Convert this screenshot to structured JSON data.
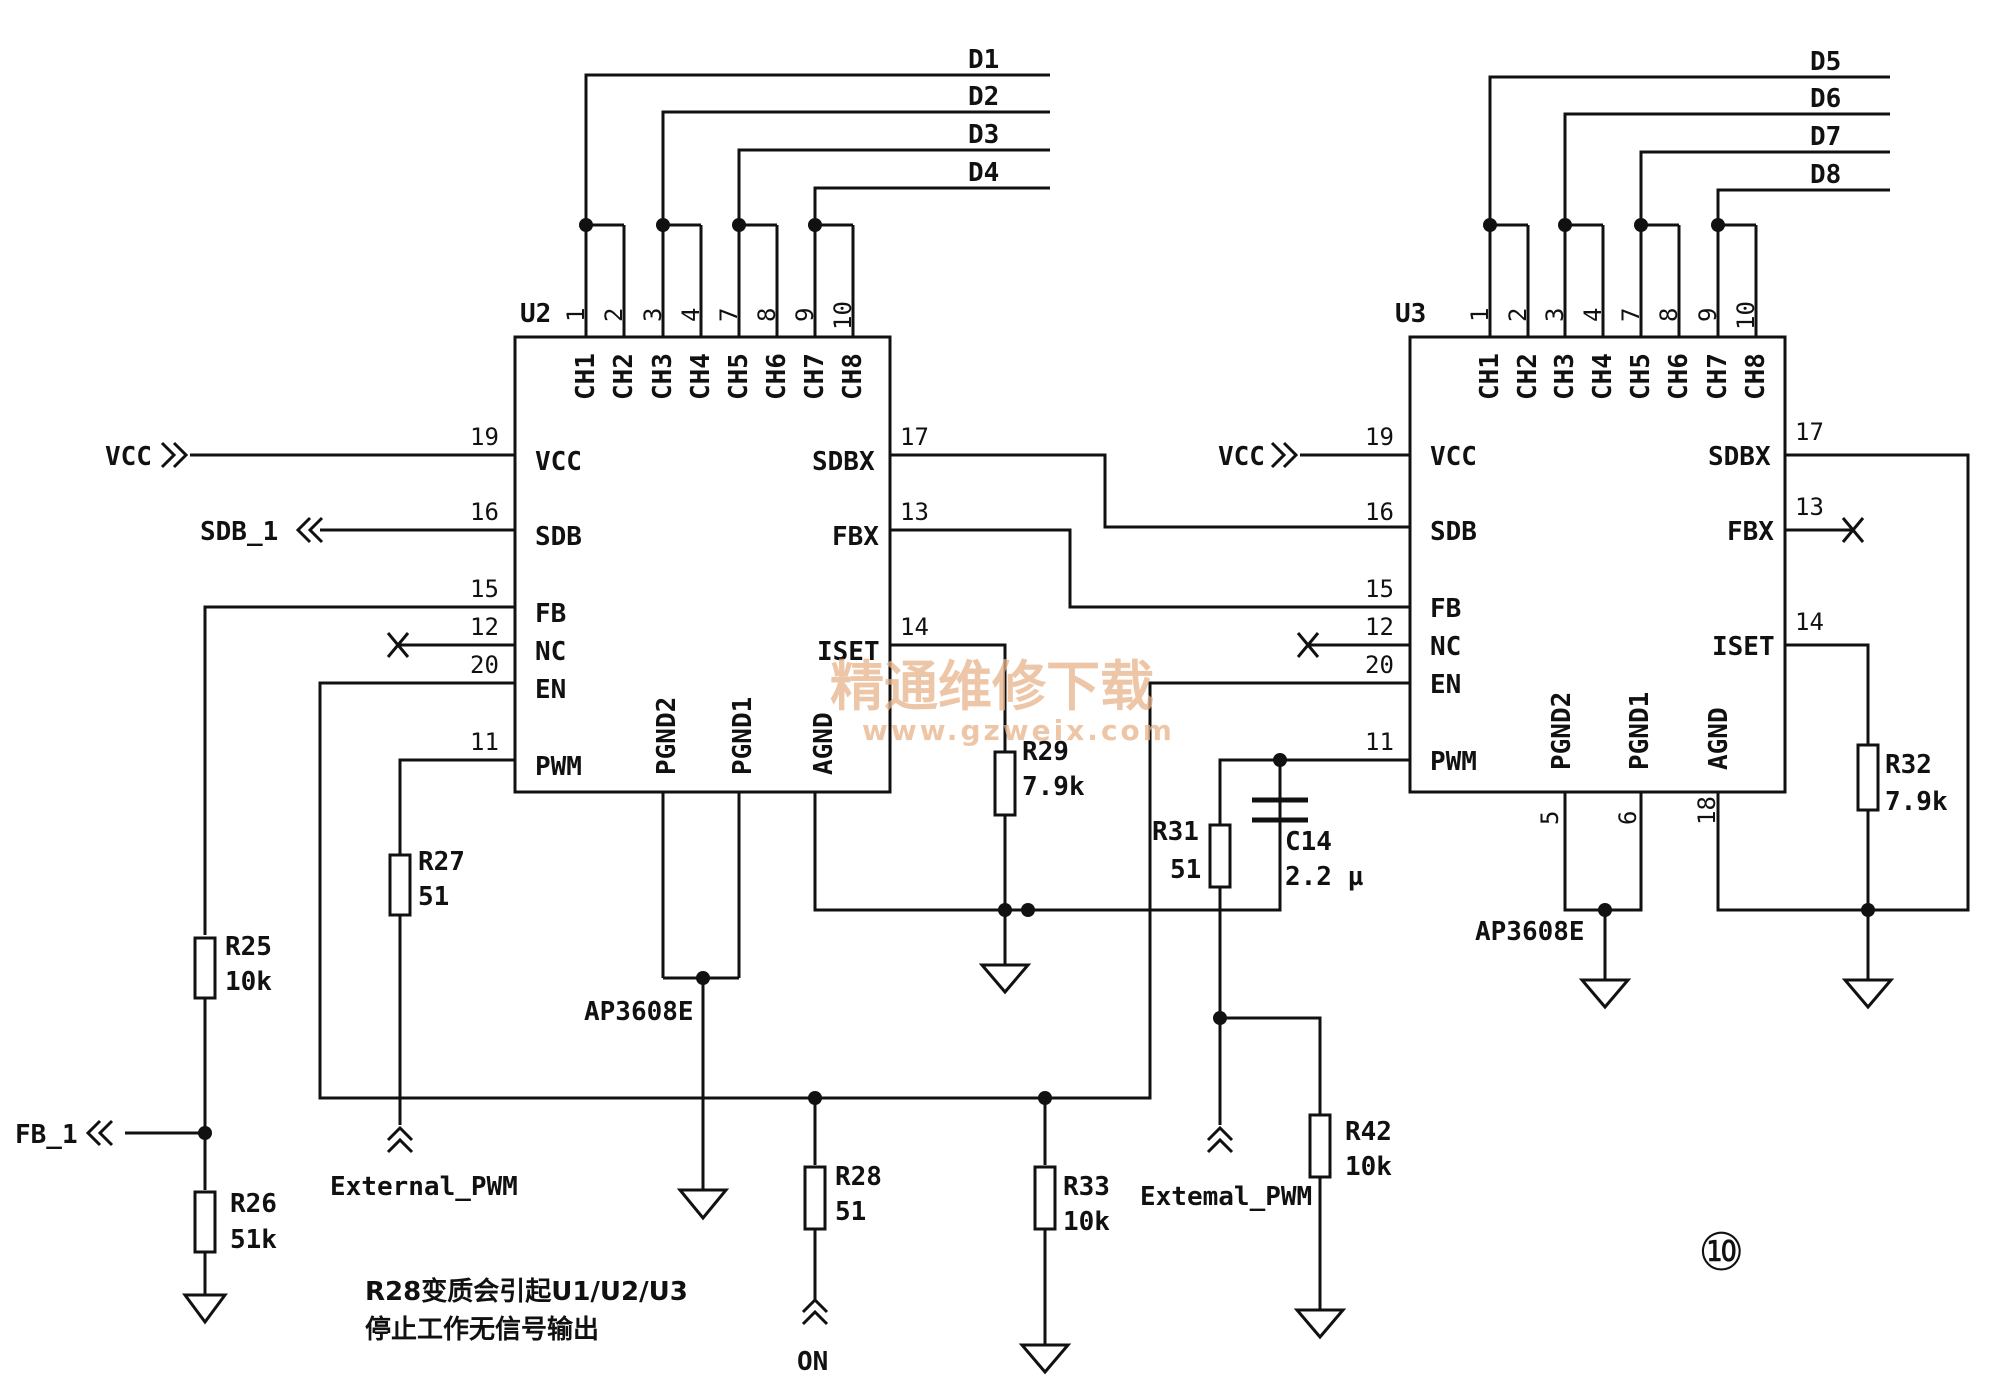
{
  "diagram": {
    "u2": {
      "ref": "U2",
      "part": "AP3608E",
      "top_pin_numbers": [
        "1",
        "2",
        "3",
        "4",
        "7",
        "8",
        "9",
        "10"
      ],
      "top_pin_names": [
        "CH1",
        "CH2",
        "CH3",
        "CH4",
        "CH5",
        "CH6",
        "CH7",
        "CH8"
      ],
      "left_pins": [
        {
          "num": "19",
          "name": "VCC"
        },
        {
          "num": "16",
          "name": "SDB"
        },
        {
          "num": "15",
          "name": "FB"
        },
        {
          "num": "12",
          "name": "NC"
        },
        {
          "num": "20",
          "name": "EN"
        },
        {
          "num": "11",
          "name": "PWM"
        }
      ],
      "right_pins": [
        {
          "num": "17",
          "name": "SDBX"
        },
        {
          "num": "13",
          "name": "FBX"
        },
        {
          "num": "14",
          "name": "ISET"
        }
      ],
      "bottom_pin_names": [
        "PGND2",
        "PGND1",
        "AGND"
      ]
    },
    "u3": {
      "ref": "U3",
      "part": "AP3608E",
      "top_pin_numbers": [
        "1",
        "2",
        "3",
        "4",
        "7",
        "8",
        "9",
        "10"
      ],
      "top_pin_names": [
        "CH1",
        "CH2",
        "CH3",
        "CH4",
        "CH5",
        "CH6",
        "CH7",
        "CH8"
      ],
      "left_pins": [
        {
          "num": "19",
          "name": "VCC"
        },
        {
          "num": "16",
          "name": "SDB"
        },
        {
          "num": "15",
          "name": "FB"
        },
        {
          "num": "12",
          "name": "NC"
        },
        {
          "num": "20",
          "name": "EN"
        },
        {
          "num": "11",
          "name": "PWM"
        }
      ],
      "right_pins": [
        {
          "num": "17",
          "name": "SDBX"
        },
        {
          "num": "13",
          "name": "FBX"
        },
        {
          "num": "14",
          "name": "ISET"
        }
      ],
      "bottom_pin_names": [
        "PGND2",
        "PGND1",
        "AGND"
      ],
      "bottom_pin_numbers": [
        "5",
        "6",
        "18"
      ]
    },
    "nets": {
      "d_left": [
        "D1",
        "D2",
        "D3",
        "D4"
      ],
      "d_right": [
        "D5",
        "D6",
        "D7",
        "D8"
      ],
      "vcc": "VCC",
      "sdb1": "SDB_1",
      "fb1": "FB_1",
      "ext_pwm_left": "External_PWM",
      "ext_pwm_right": "Extemal_PWM",
      "on": "ON"
    },
    "parts": {
      "r25": {
        "ref": "R25",
        "val": "10k"
      },
      "r26": {
        "ref": "R26",
        "val": "51k"
      },
      "r27": {
        "ref": "R27",
        "val": "51"
      },
      "r28": {
        "ref": "R28",
        "val": "51"
      },
      "r29": {
        "ref": "R29",
        "val": "7.9k"
      },
      "r31": {
        "ref": "R31",
        "val": "51"
      },
      "r32": {
        "ref": "R32",
        "val": "7.9k"
      },
      "r33": {
        "ref": "R33",
        "val": "10k"
      },
      "r42": {
        "ref": "R42",
        "val": "10k"
      },
      "c14": {
        "ref": "C14",
        "val": "2.2 µ"
      }
    },
    "note_line1": "R28变质会引起U1/U2/U3",
    "note_line2": "停止工作无信号输出",
    "watermark_cn": "精通维修下载",
    "watermark_url": "www.gzweix.com",
    "figure_number": "⑩"
  }
}
